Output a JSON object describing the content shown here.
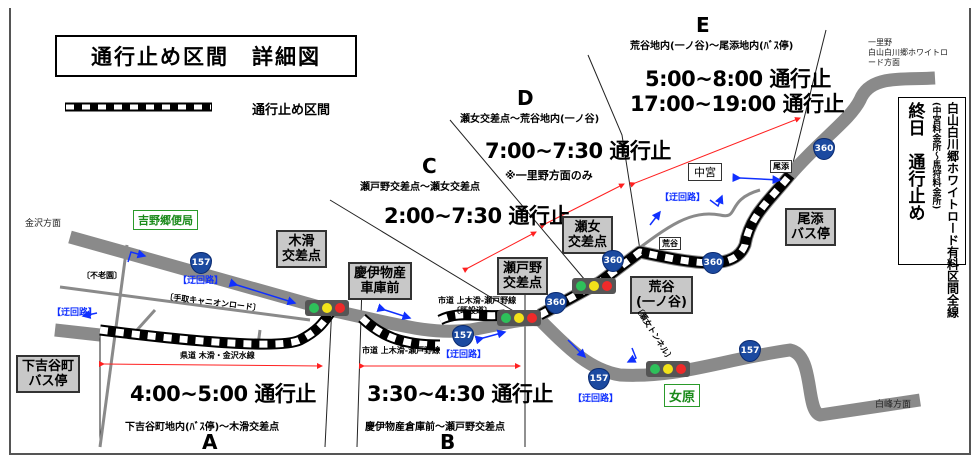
{
  "title": "通行止め区間　詳細図",
  "legend": {
    "label": "通行止め区間"
  },
  "sections": {
    "A": {
      "letter": "A",
      "time": "4:00~5:00 通行止",
      "range": "下吉谷町地内(ﾊﾞｽ停)～木滑交差点"
    },
    "B": {
      "letter": "B",
      "time": "3:30~4:30 通行止",
      "range": "慶伊物産倉庫前～瀬戸野交差点"
    },
    "C": {
      "letter": "C",
      "time": "2:00~7:30 通行止",
      "range": "瀬戸野交差点～瀬女交差点"
    },
    "D": {
      "letter": "D",
      "time": "7:00~7:30 通行止",
      "range": "瀬女交差点～荒谷地内(一ノ谷)",
      "note": "※一里野方面のみ"
    },
    "E": {
      "letter": "E",
      "time1": "5:00~8:00 通行止",
      "time2": "17:00~19:00 通行止",
      "range": "荒谷地内(一ノ谷)～尾添地内(ﾊﾞｽ停)"
    }
  },
  "right_box": {
    "line1": "白山白川郷ホワイトロード有料区間全線",
    "line2": "(中宮料金所～馬狩料金所)",
    "line3": "終日　通行止め"
  },
  "callouts": {
    "kinameri": "木滑\n交差点",
    "keii": "慶伊物産\n車庫前",
    "setono": "瀬戸野\n交差点",
    "senyo": "瀬女\n交差点",
    "aratani": "荒谷\n(一ノ谷)",
    "ozo": "尾添\nバス停",
    "shimoyoshitani": "下吉谷町\nバス停"
  },
  "green_labels": {
    "post": "吉野郷便局",
    "onnahara": "女原"
  },
  "places": {
    "kanazawa": "金沢方面",
    "shiramine": "白峰方面",
    "ichirino": "一里野\n白山白川郷ホワイトロ\nード方面",
    "chugu": "中宮",
    "ozo_small": "尾添",
    "aratani_small": "荒谷"
  },
  "road_labels": {
    "furoen": "〔不老園〕",
    "canyon": "〔手取キャニオンロード〕",
    "kendo": "県道 木滑・金沢水線",
    "shido1": "市道 上木滑-瀬戸野線",
    "shido2": "市道 上木滑-瀬戸野線",
    "shido2b": "〔既設道〕",
    "tunnel": "〔瀬女トンネル〕"
  },
  "detour_label": "【迂回路】",
  "routes": {
    "r157": "157",
    "r360": "360"
  },
  "colors": {
    "road": "#8a8a8a",
    "closed": "#000000",
    "detour": "#1030ff",
    "range_arrow": "#ff2020",
    "green": "#1a8a1a"
  }
}
